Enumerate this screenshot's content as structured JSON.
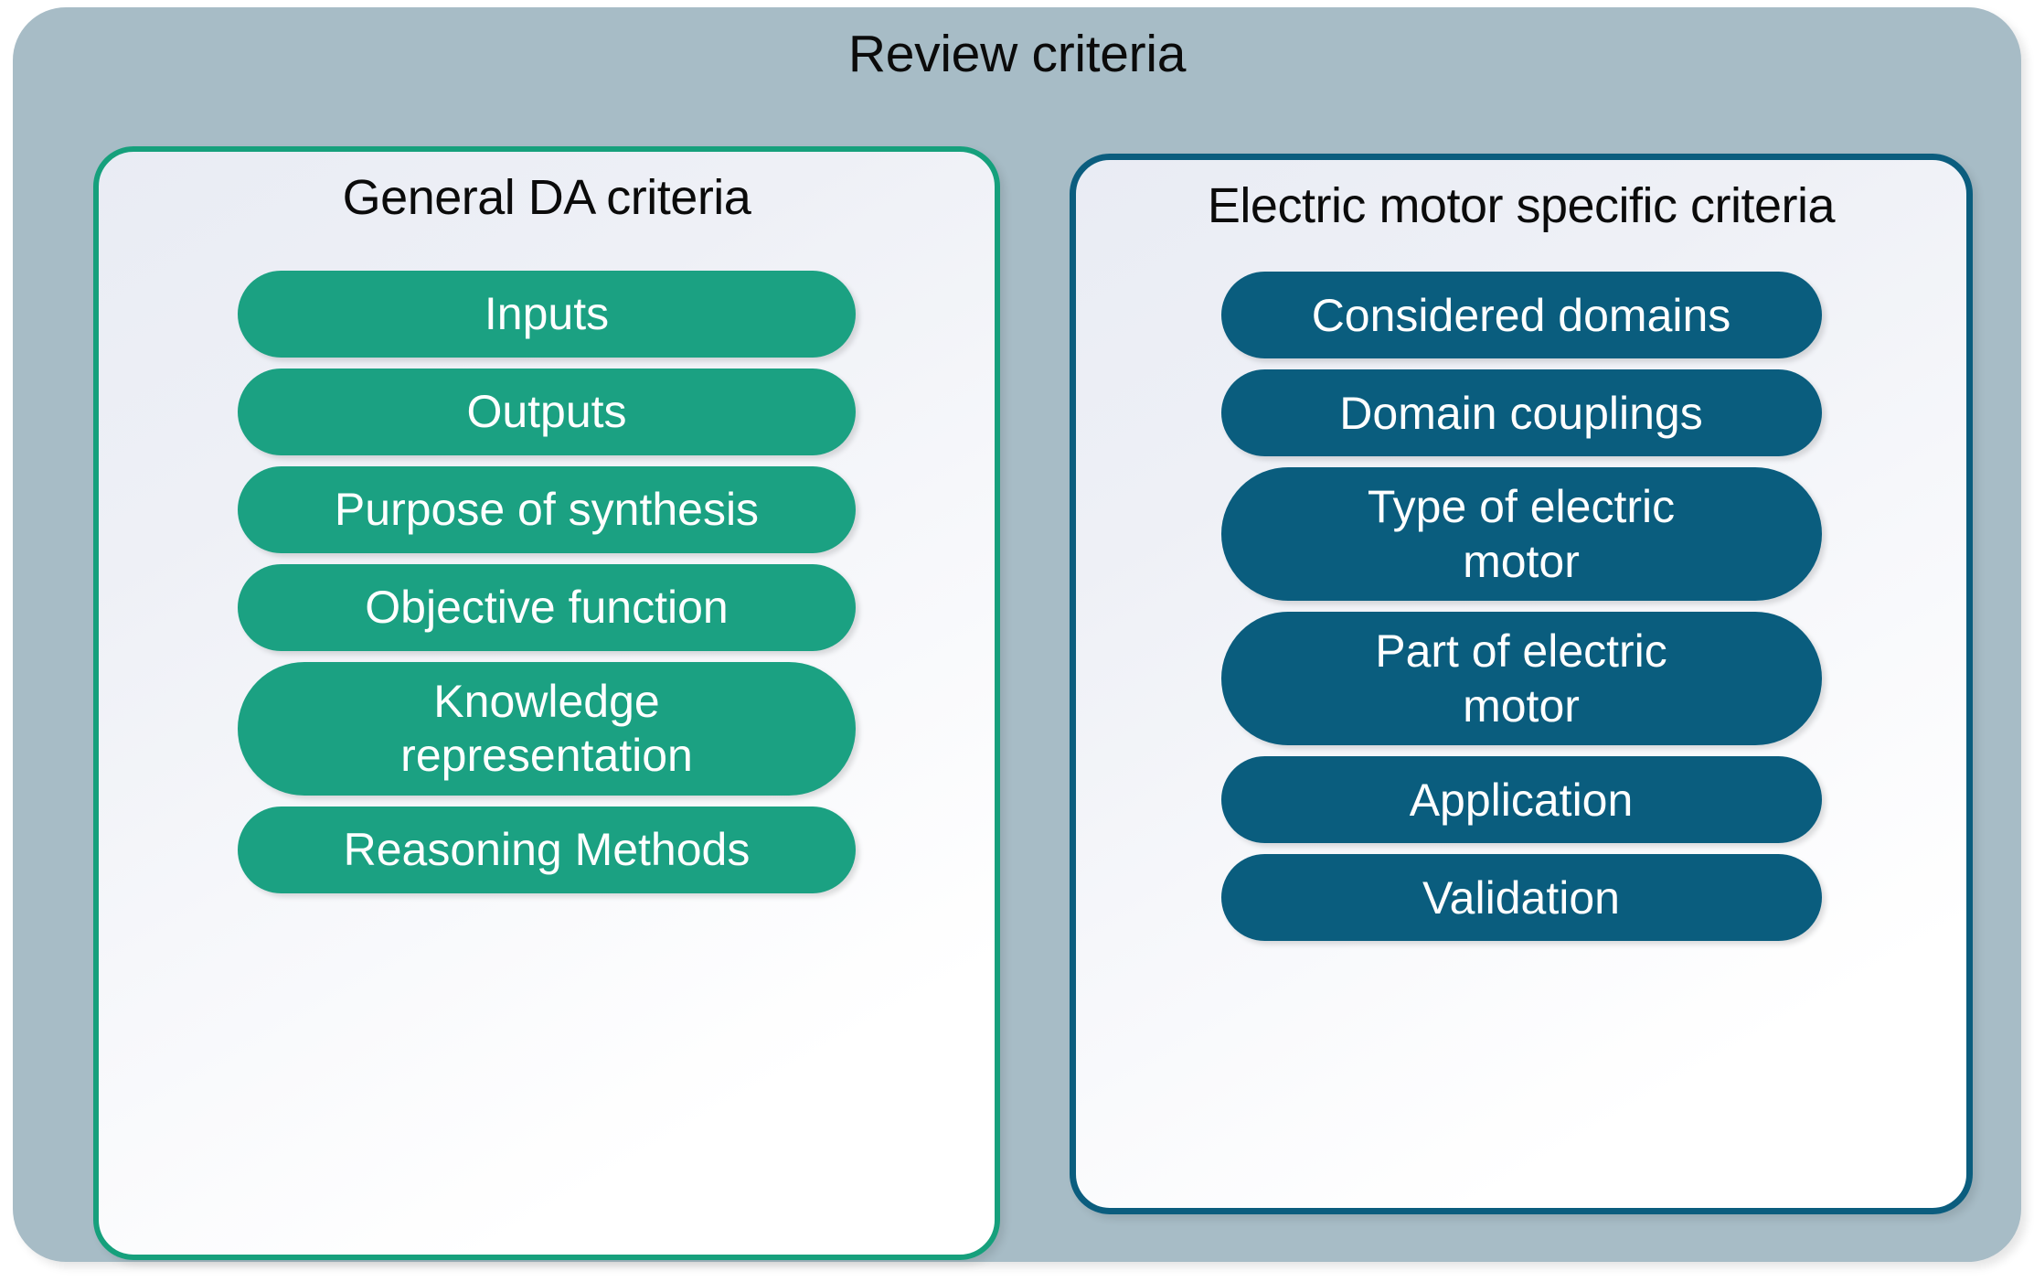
{
  "diagram": {
    "title": "Review criteria",
    "background_color": "#a7bcc6"
  },
  "panels": [
    {
      "id": "general-da-criteria",
      "title": "General DA criteria",
      "accent_color": "#16a07c",
      "pill_color": "#1ba182",
      "items": [
        {
          "label": "Inputs",
          "lines": 1
        },
        {
          "label": "Outputs",
          "lines": 1
        },
        {
          "label": "Purpose of synthesis",
          "lines": 1
        },
        {
          "label": "Objective function",
          "lines": 1
        },
        {
          "label": "Knowledge\nrepresentation",
          "lines": 2
        },
        {
          "label": "Reasoning Methods",
          "lines": 1
        }
      ]
    },
    {
      "id": "electric-motor-specific-criteria",
      "title": "Electric motor specific criteria",
      "accent_color": "#0b5d7e",
      "pill_color": "#0a5d7e",
      "items": [
        {
          "label": "Considered domains",
          "lines": 1
        },
        {
          "label": "Domain couplings",
          "lines": 1
        },
        {
          "label": "Type of electric\nmotor",
          "lines": 2
        },
        {
          "label": "Part of electric\nmotor",
          "lines": 2
        },
        {
          "label": "Application",
          "lines": 1
        },
        {
          "label": "Validation",
          "lines": 1
        }
      ]
    }
  ]
}
